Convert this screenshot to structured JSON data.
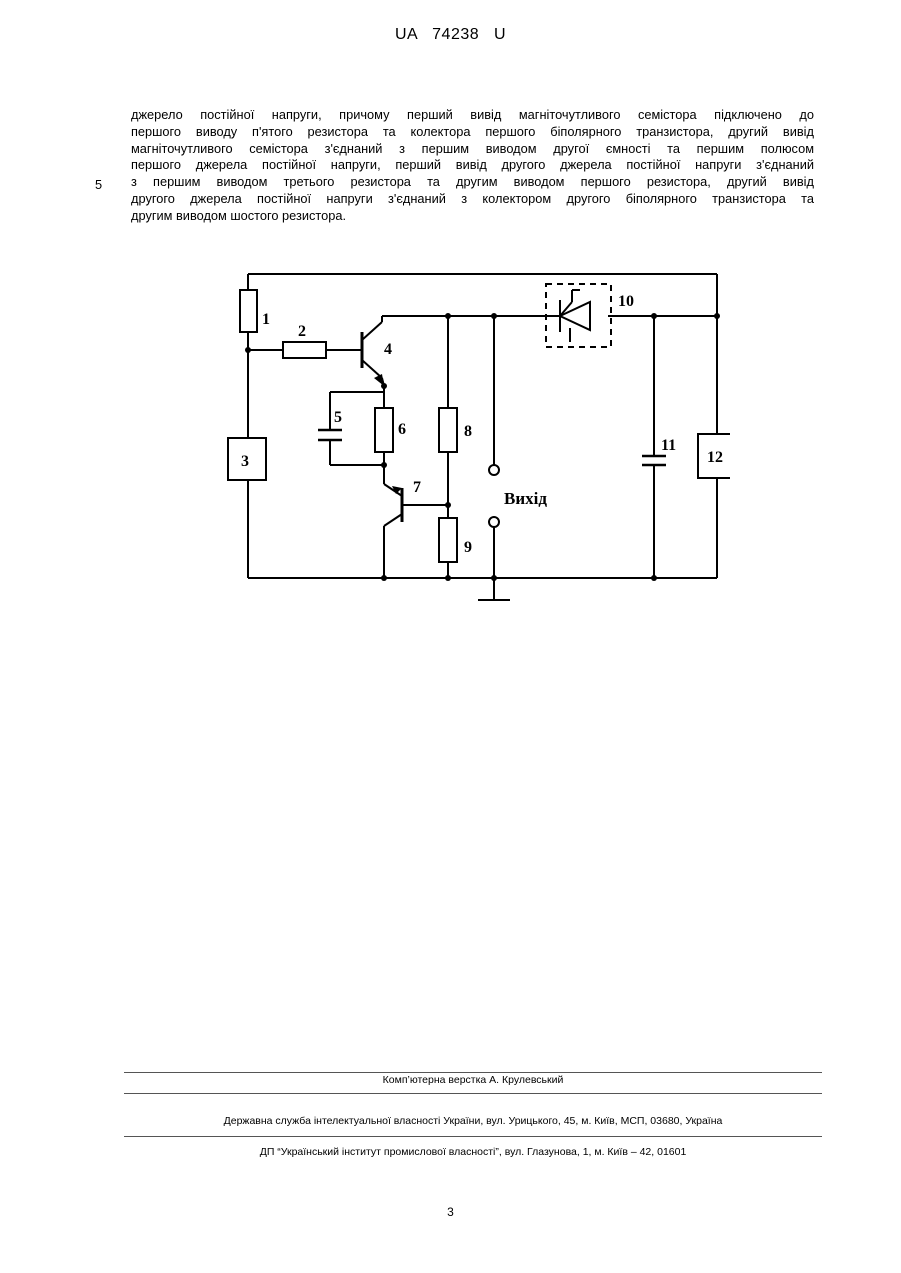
{
  "header": {
    "office": "UA",
    "number": "74238",
    "kind": "U"
  },
  "body_lines": [
    "джерело постійної напруги, причому перший вивід магніточутливого семістора підключено до",
    "першого виводу п'ятого резистора та колектора першого біполярного транзистора, другий вивід",
    "магніточутливого семістора з'єднаний з першим виводом другої ємності та першим полюсом",
    "першого джерела постійної напруги, перший вивід другого джерела постійної напруги з'єднаний",
    "з першим виводом третього резистора та другим виводом першого резистора, другий вивід",
    "другого джерела постійної напруги з'єднаний з колектором другого біполярного транзистора та",
    "другим виводом шостого резистора."
  ],
  "line_number": "5",
  "figure": {
    "labels": {
      "r1": "1",
      "r2": "2",
      "src3": "3",
      "t4": "4",
      "c5": "5",
      "r6": "6",
      "t7": "7",
      "r8": "8",
      "r9": "9",
      "sem10": "10",
      "c11": "11",
      "src12": "12"
    },
    "output_label": "Вихід"
  },
  "footer": {
    "layout": "Комп’ютерна верстка А. Крулевський",
    "agency": "Державна служба інтелектуальної власності України, вул. Урицького, 45, м. Київ, МСП, 03680, Україна",
    "institute": "ДП “Український інститут промислової власності”, вул. Глазунова, 1, м. Київ – 42, 01601"
  },
  "page_number": "3"
}
